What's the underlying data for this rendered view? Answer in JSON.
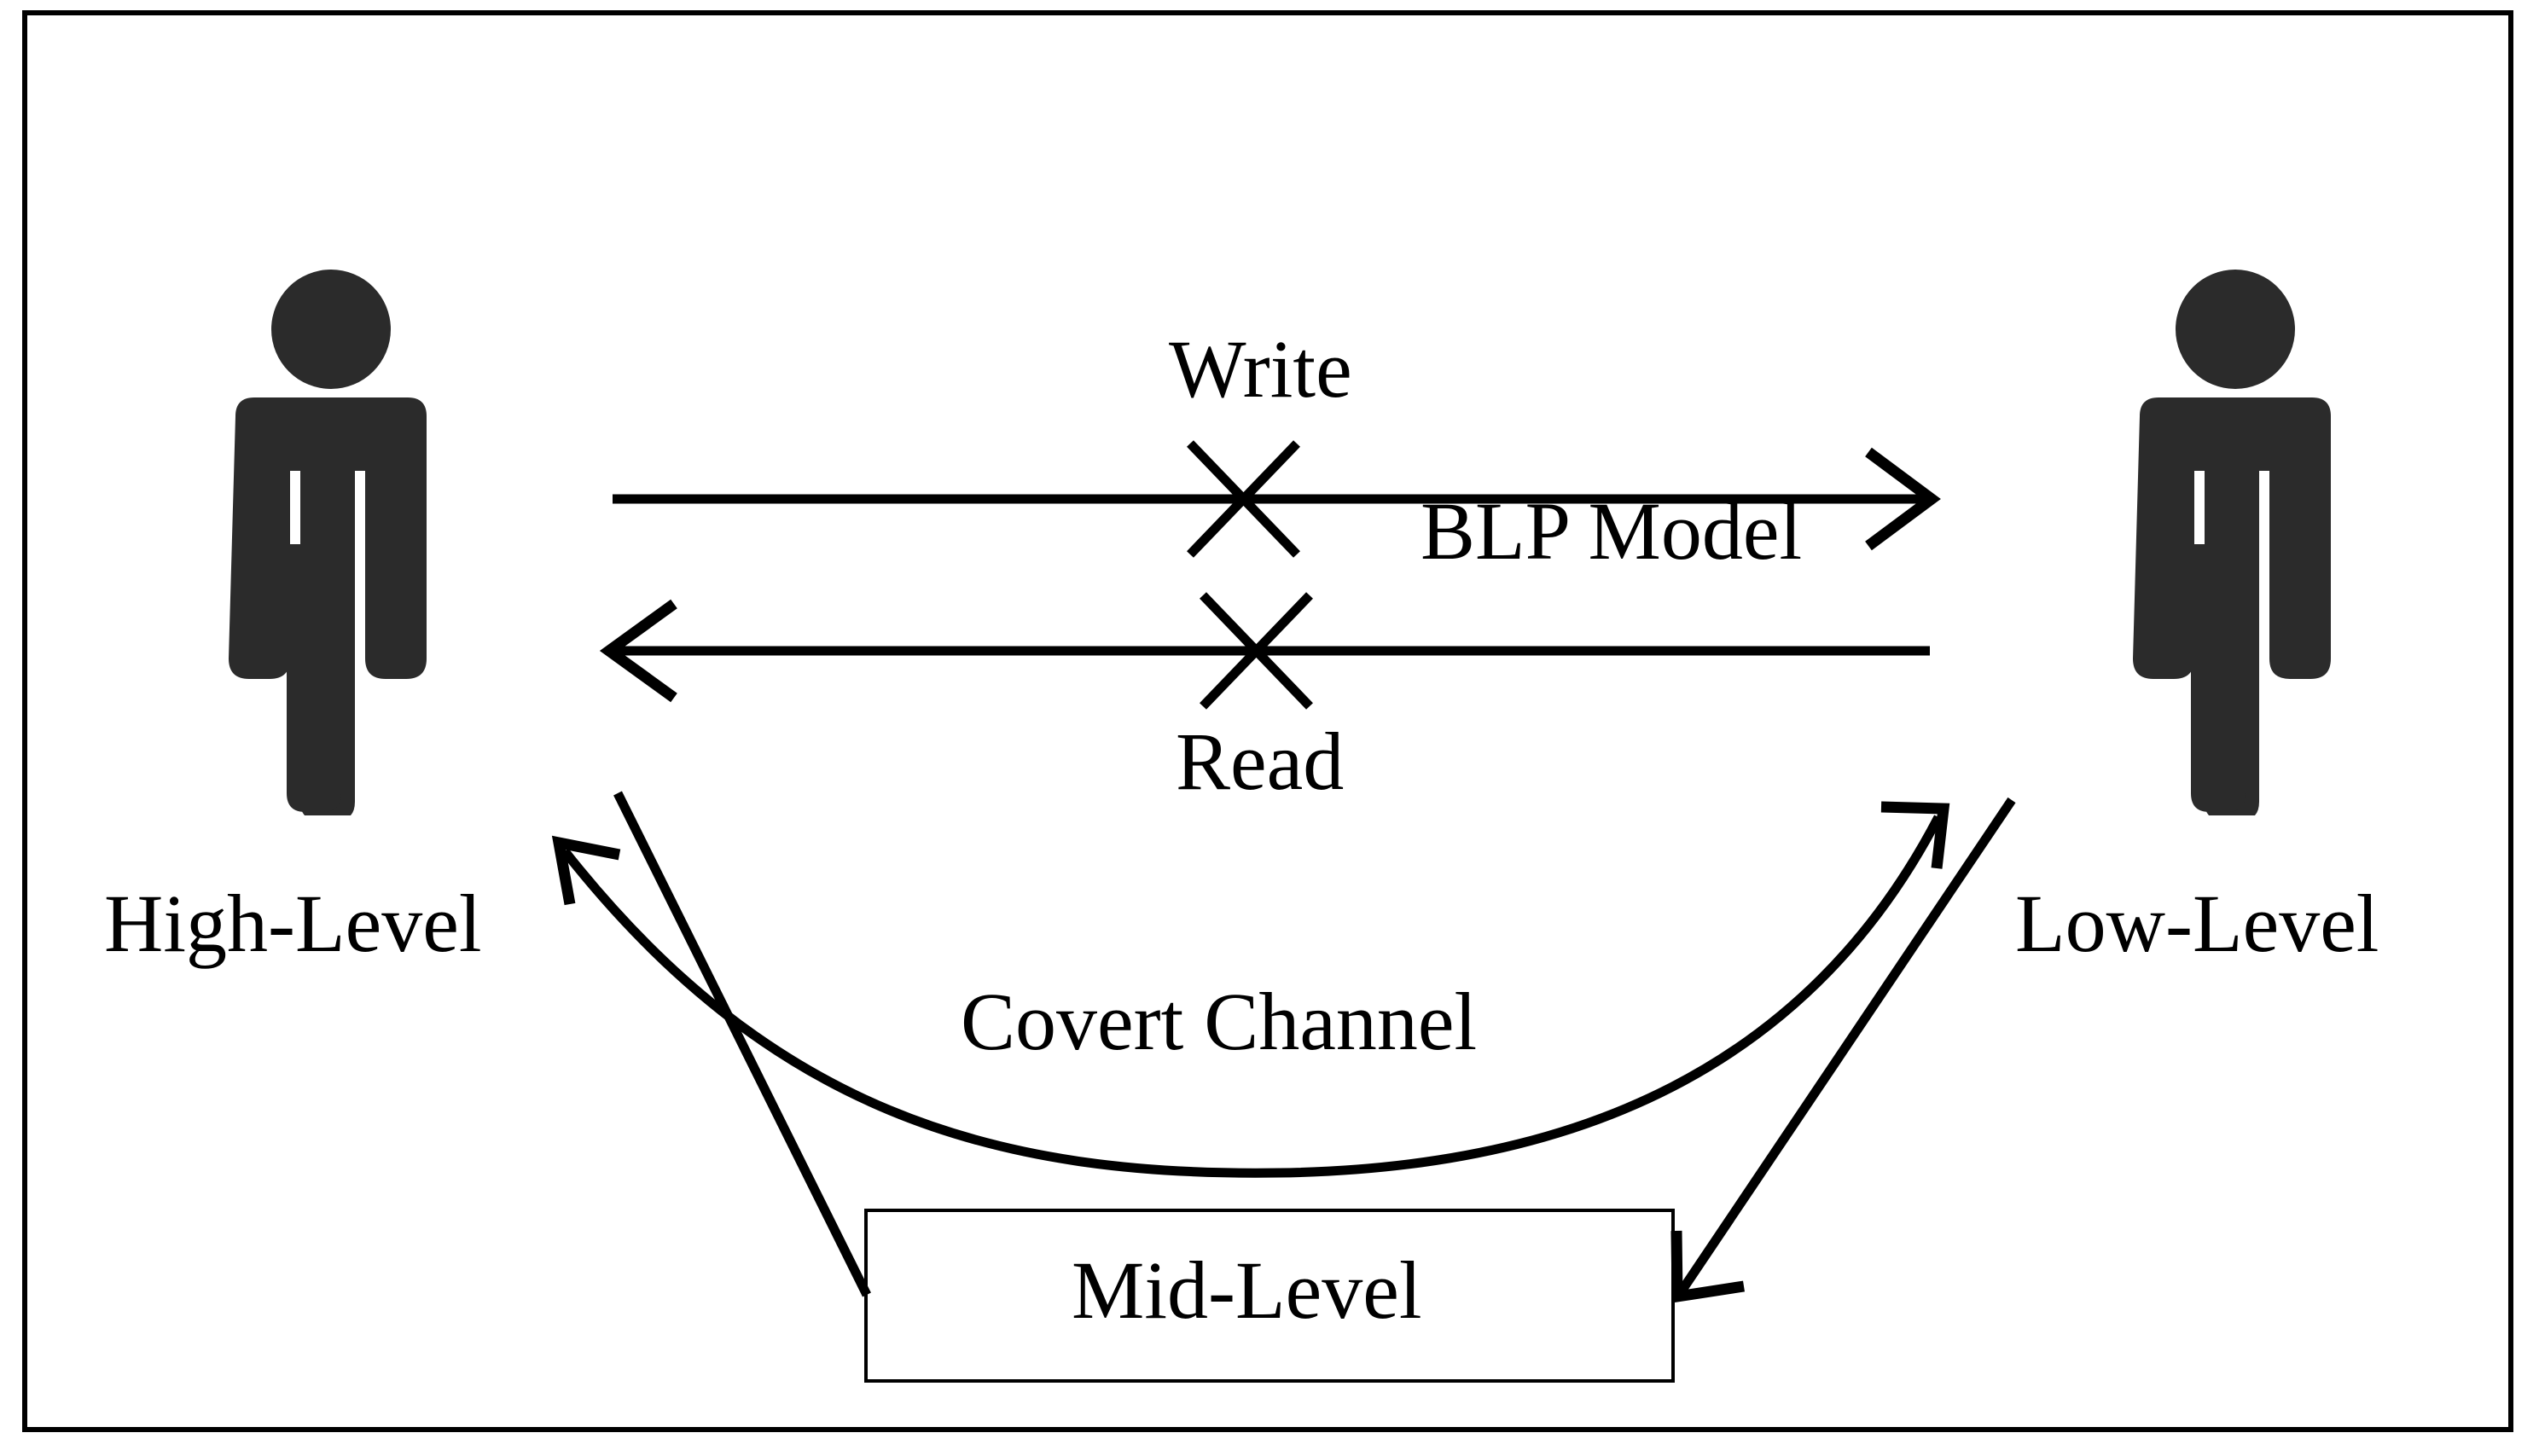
{
  "diagram": {
    "title_text": "BLP Model covert channel diagram",
    "border_color": "#000000",
    "figure_color": "#2b2b2b",
    "line_color": "#000000",
    "background_color": "#ffffff",
    "actors": [
      {
        "id": "high",
        "label": "High-Level",
        "icon": "person-icon",
        "position": "left"
      },
      {
        "id": "low",
        "label": "Low-Level",
        "icon": "person-icon",
        "position": "right"
      }
    ],
    "blocked_flows": [
      {
        "label": "Write",
        "direction": "high-to-low",
        "blocked": true,
        "marker": "cross-icon"
      },
      {
        "label": "Read",
        "direction": "low-to-high",
        "blocked": true,
        "marker": "cross-icon"
      }
    ],
    "policy_label": "BLP Model",
    "covert": {
      "label": "Covert Channel",
      "mid_node_label": "Mid-Level"
    },
    "labels": {
      "write": "Write",
      "read": "Read",
      "blp_model": "BLP Model",
      "high_level": "High-Level",
      "low_level": "Low-Level",
      "covert_channel": "Covert Channel",
      "mid_level": "Mid-Level"
    }
  },
  "chart_data": {
    "type": "diagram",
    "title": "BLP Model with Covert Channel",
    "nodes": [
      {
        "id": "high",
        "label": "High-Level",
        "shape": "person-icon"
      },
      {
        "id": "low",
        "label": "Low-Level",
        "shape": "person-icon"
      },
      {
        "id": "mid",
        "label": "Mid-Level",
        "shape": "rectangle"
      }
    ],
    "edges": [
      {
        "from": "high",
        "to": "low",
        "label": "Write",
        "style": "straight-arrow",
        "blocked": true
      },
      {
        "from": "low",
        "to": "high",
        "label": "Read",
        "style": "straight-arrow",
        "blocked": true
      },
      {
        "from": "high",
        "to": "mid",
        "label": "",
        "style": "straight-line",
        "blocked": false
      },
      {
        "from": "mid",
        "to": "low",
        "label": "",
        "style": "straight-arrow",
        "blocked": false
      },
      {
        "from": "low",
        "to": "high",
        "label": "Covert Channel",
        "style": "curved-double-arrow",
        "blocked": false
      }
    ],
    "annotations": [
      "BLP Model"
    ]
  }
}
